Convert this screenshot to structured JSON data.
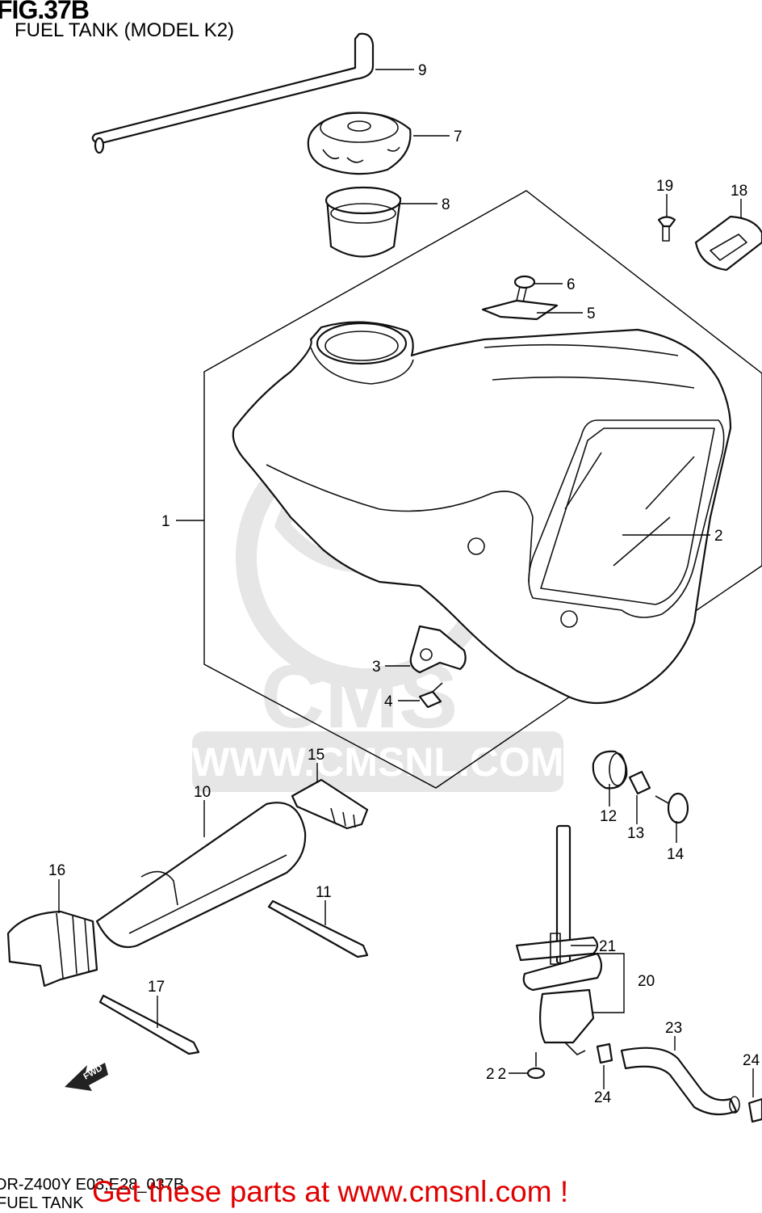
{
  "header": {
    "figure_number": "FIG.37B",
    "title": "FUEL TANK (MODEL K2)"
  },
  "footer": {
    "model_code": "DR-Z400Y E03,E28_037B",
    "section": "FUEL TANK",
    "call_to_action": "Get these parts at www.cmsnl.com !",
    "cta_color": "#e00000"
  },
  "watermark": {
    "brand": "CMS",
    "url": "WWW.CMSNL.COM",
    "color": "#e6e6e6"
  },
  "forward_arrow": {
    "label": "FWD"
  },
  "callouts": [
    {
      "id": "1",
      "label": "1"
    },
    {
      "id": "2",
      "label": "2"
    },
    {
      "id": "3",
      "label": "3"
    },
    {
      "id": "4",
      "label": "4"
    },
    {
      "id": "5",
      "label": "5"
    },
    {
      "id": "6",
      "label": "6"
    },
    {
      "id": "7",
      "label": "7"
    },
    {
      "id": "8",
      "label": "8"
    },
    {
      "id": "9",
      "label": "9"
    },
    {
      "id": "10",
      "label": "10"
    },
    {
      "id": "11",
      "label": "11"
    },
    {
      "id": "12",
      "label": "12"
    },
    {
      "id": "13",
      "label": "13"
    },
    {
      "id": "14",
      "label": "14"
    },
    {
      "id": "15",
      "label": "15"
    },
    {
      "id": "16",
      "label": "16"
    },
    {
      "id": "17",
      "label": "17"
    },
    {
      "id": "18",
      "label": "18"
    },
    {
      "id": "19",
      "label": "19"
    },
    {
      "id": "20",
      "label": "20"
    },
    {
      "id": "21",
      "label": "21"
    },
    {
      "id": "22",
      "label": "22"
    },
    {
      "id": "23",
      "label": "23"
    },
    {
      "id": "24a",
      "label": "24"
    },
    {
      "id": "24b",
      "label": "24"
    }
  ]
}
